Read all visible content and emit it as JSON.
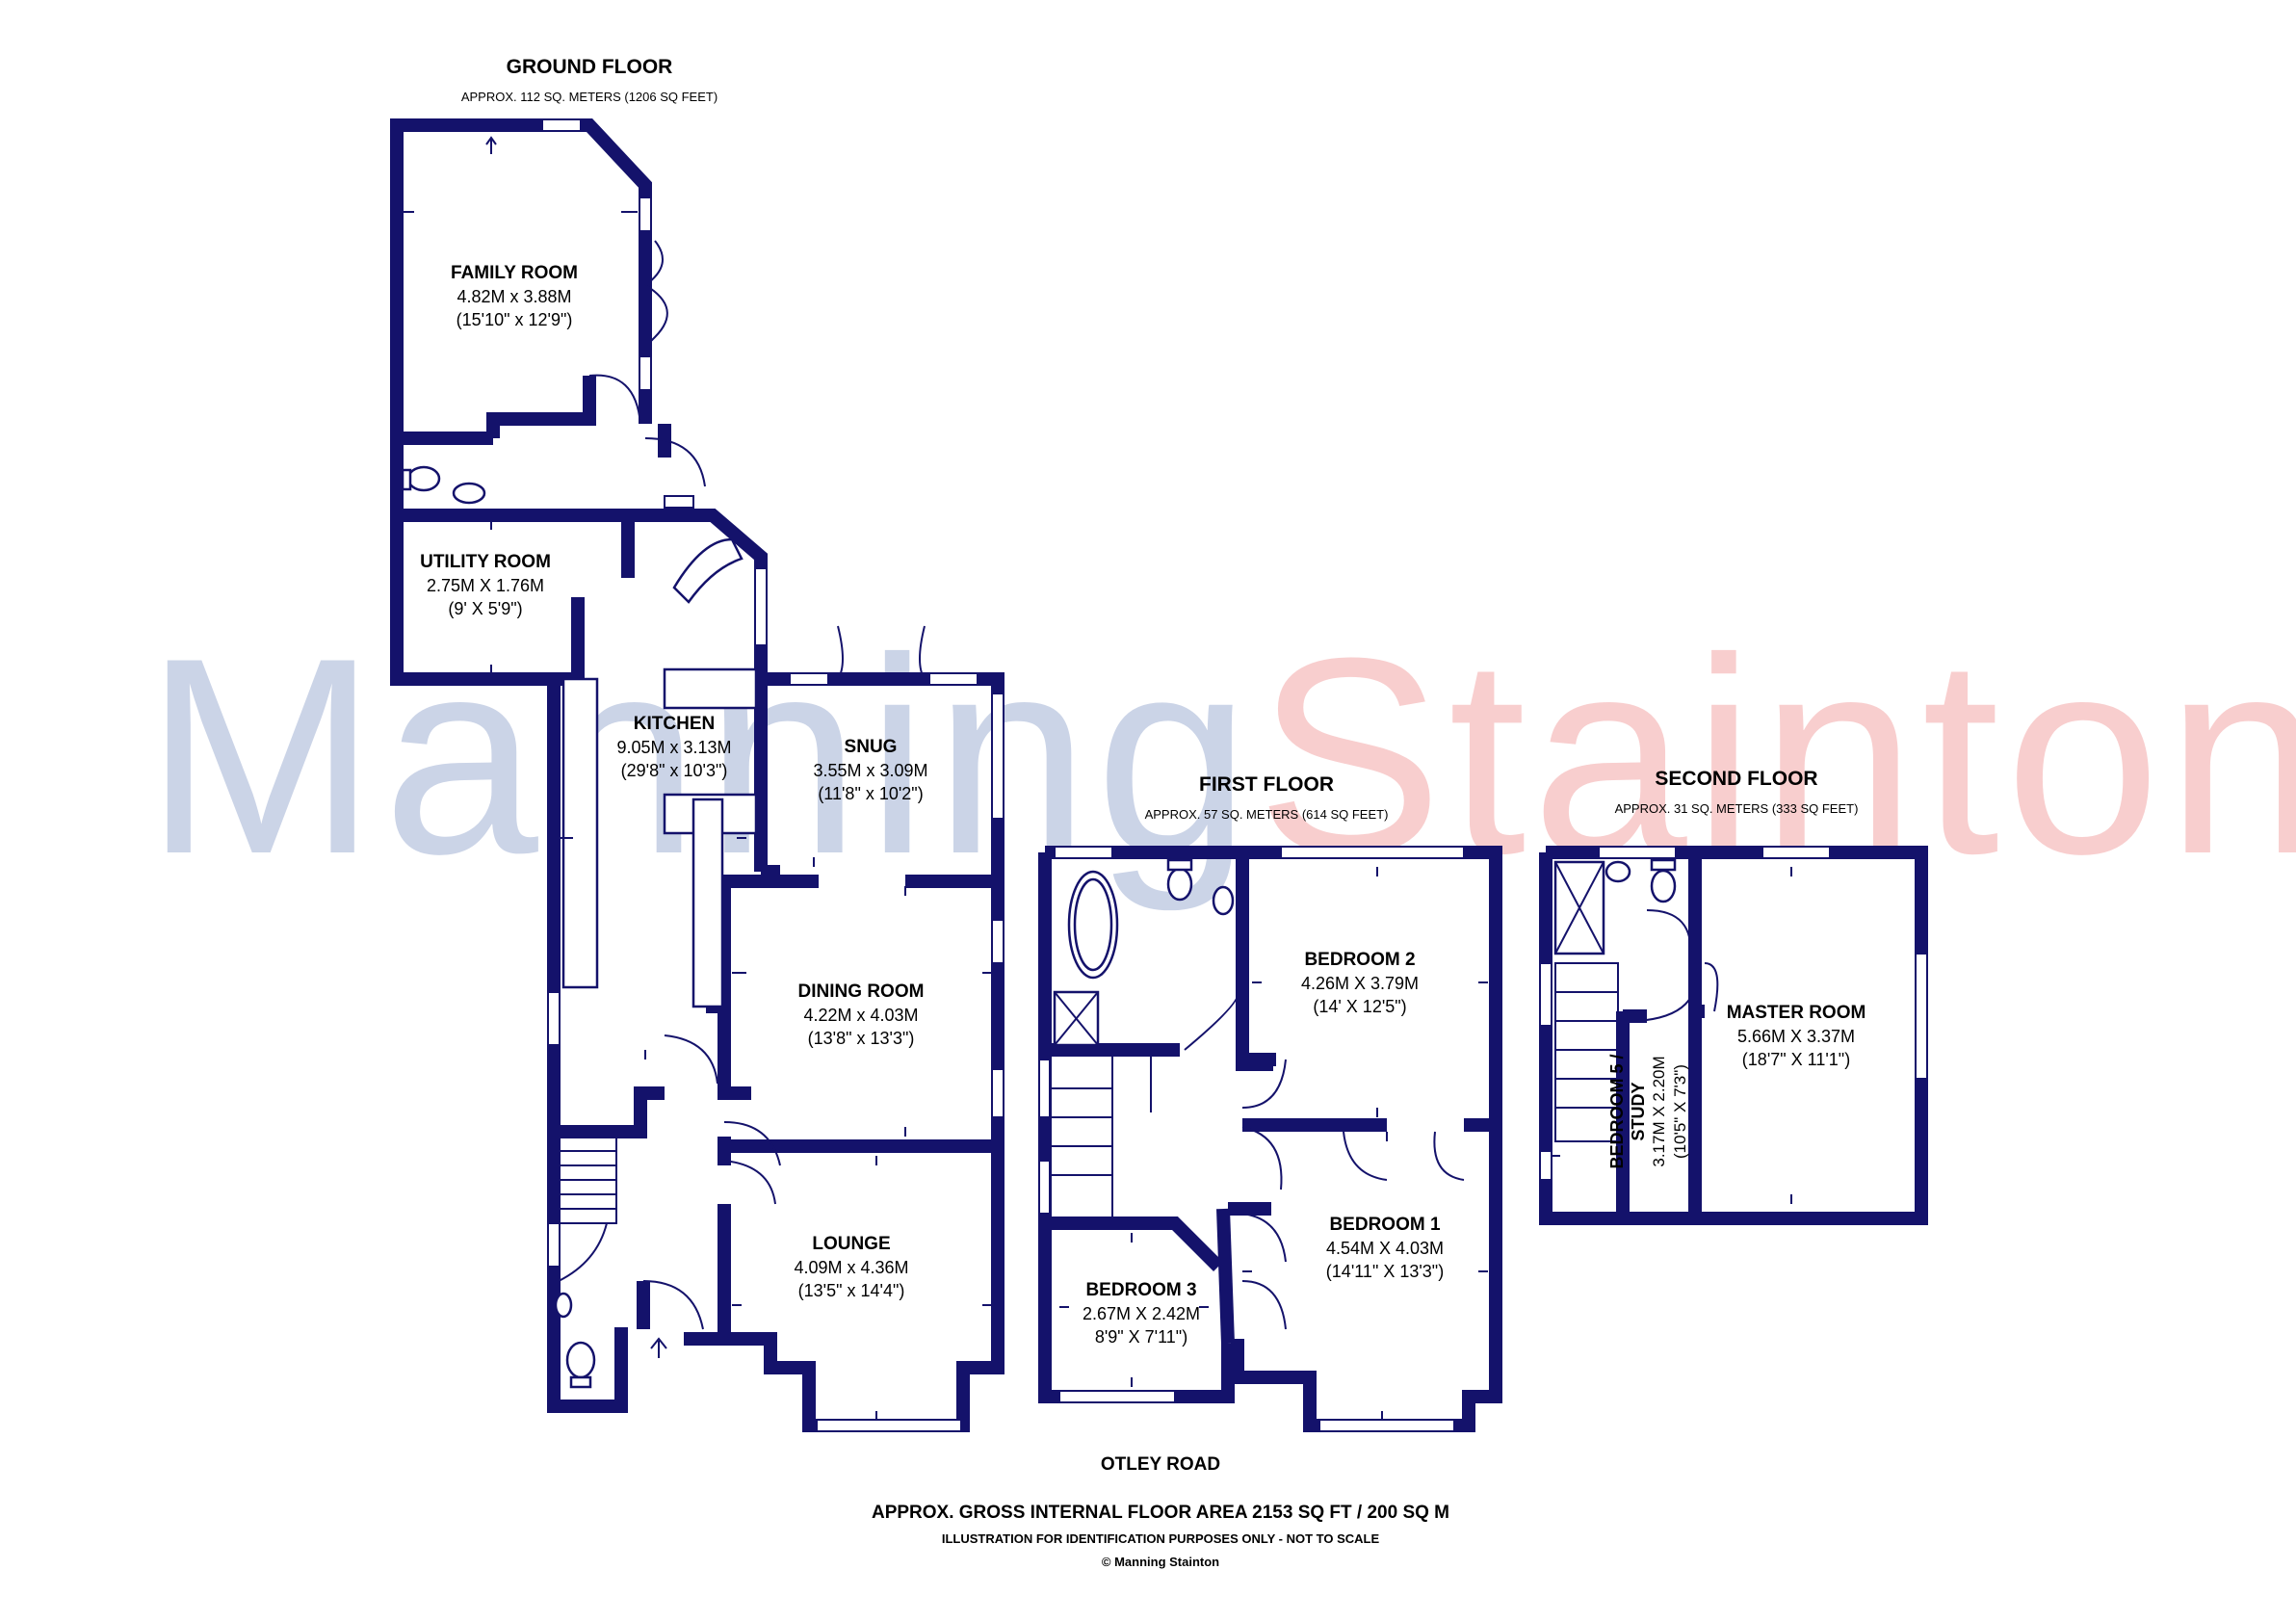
{
  "watermark": {
    "part1": "Manning",
    "part2": "Stainton"
  },
  "floors": {
    "ground": {
      "title": "GROUND FLOOR",
      "area": "APPROX. 112 SQ. METERS (1206 SQ FEET)"
    },
    "first": {
      "title": "FIRST FLOOR",
      "area": "APPROX. 57 SQ. METERS (614 SQ FEET)"
    },
    "second": {
      "title": "SECOND FLOOR",
      "area": "APPROX. 31 SQ. METERS (333 SQ FEET)"
    }
  },
  "rooms": {
    "family_room": {
      "name": "FAMILY ROOM",
      "metric": "4.82M x 3.88M",
      "imperial": "(15'10\" x 12'9\")"
    },
    "utility_room": {
      "name": "UTILITY ROOM",
      "metric": "2.75M X 1.76M",
      "imperial": "(9' X 5'9\")"
    },
    "kitchen": {
      "name": "KITCHEN",
      "metric": "9.05M x 3.13M",
      "imperial": "(29'8\" x 10'3\")"
    },
    "snug": {
      "name": "SNUG",
      "metric": "3.55M x 3.09M",
      "imperial": "(11'8\" x 10'2\")"
    },
    "dining_room": {
      "name": "DINING ROOM",
      "metric": "4.22M x 4.03M",
      "imperial": "(13'8\" x 13'3\")"
    },
    "lounge": {
      "name": "LOUNGE",
      "metric": "4.09M x 4.36M",
      "imperial": "(13'5\" x 14'4\")"
    },
    "bedroom_2": {
      "name": "BEDROOM 2",
      "metric": "4.26M X 3.79M",
      "imperial": "(14' X 12'5\")"
    },
    "bedroom_1": {
      "name": "BEDROOM 1",
      "metric": "4.54M X 4.03M",
      "imperial": "(14'11\" X 13'3\")"
    },
    "bedroom_3": {
      "name": "BEDROOM 3",
      "metric": "2.67M X 2.42M",
      "imperial": "8'9\" X 7'11\")"
    },
    "master_room": {
      "name": "MASTER ROOM",
      "metric": "5.66M X 3.37M",
      "imperial": "(18'7\" X 11'1\")"
    },
    "bedroom_5": {
      "name_line1": "BEDROOM 5 /",
      "name_line2": "STUDY",
      "metric": "3.17M X 2.20M",
      "imperial": "(10'5\" X 7'3\")"
    }
  },
  "street": "OTLEY ROAD",
  "footer": {
    "gross_area": "APPROX. GROSS INTERNAL FLOOR AREA 2153 SQ FT / 200 SQ M",
    "disclaimer": "ILLUSTRATION FOR IDENTIFICATION PURPOSES ONLY - NOT TO SCALE",
    "copyright": "© Manning Stainton"
  },
  "colors": {
    "wall": "#14126b",
    "watermark_blue": "#c9d2e6",
    "watermark_red": "#f8cccc"
  }
}
